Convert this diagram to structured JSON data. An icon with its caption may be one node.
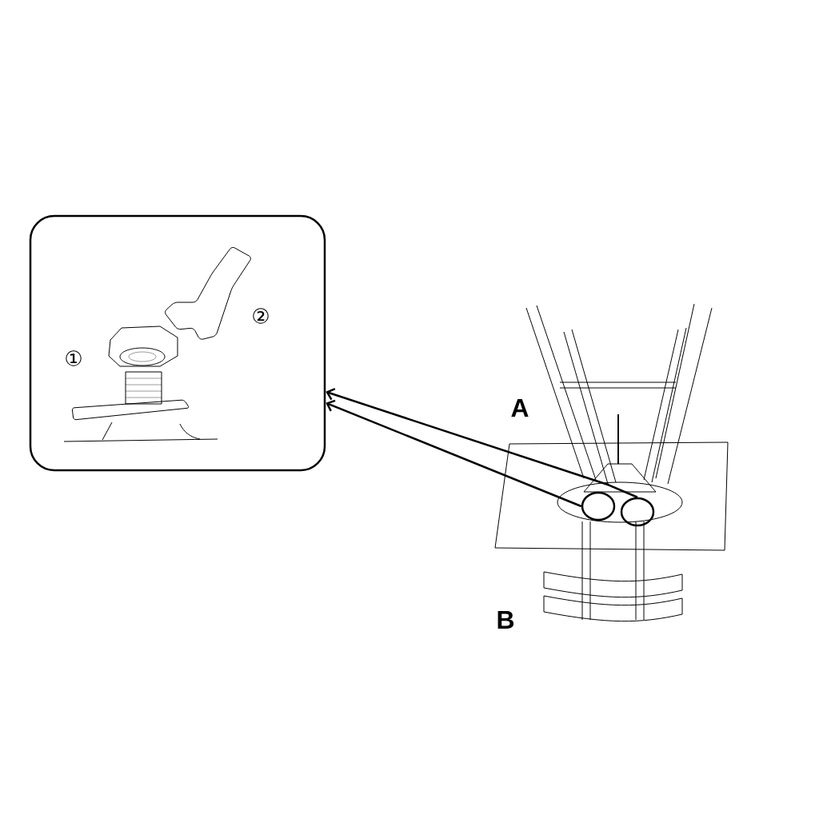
{
  "diagram": {
    "nodes": [
      {
        "text": [
          "①",
          "②"
        ]
      },
      {
        "text": [],
        "shape": "circle"
      },
      {
        "text": [],
        "shape": "circle"
      }
    ],
    "edges": [
      {
        "from": 1,
        "to": 0,
        "arrow": "to"
      },
      {
        "from": 2,
        "to": 0,
        "arrow": "to"
      }
    ],
    "labels": [
      "A",
      "B"
    ]
  }
}
